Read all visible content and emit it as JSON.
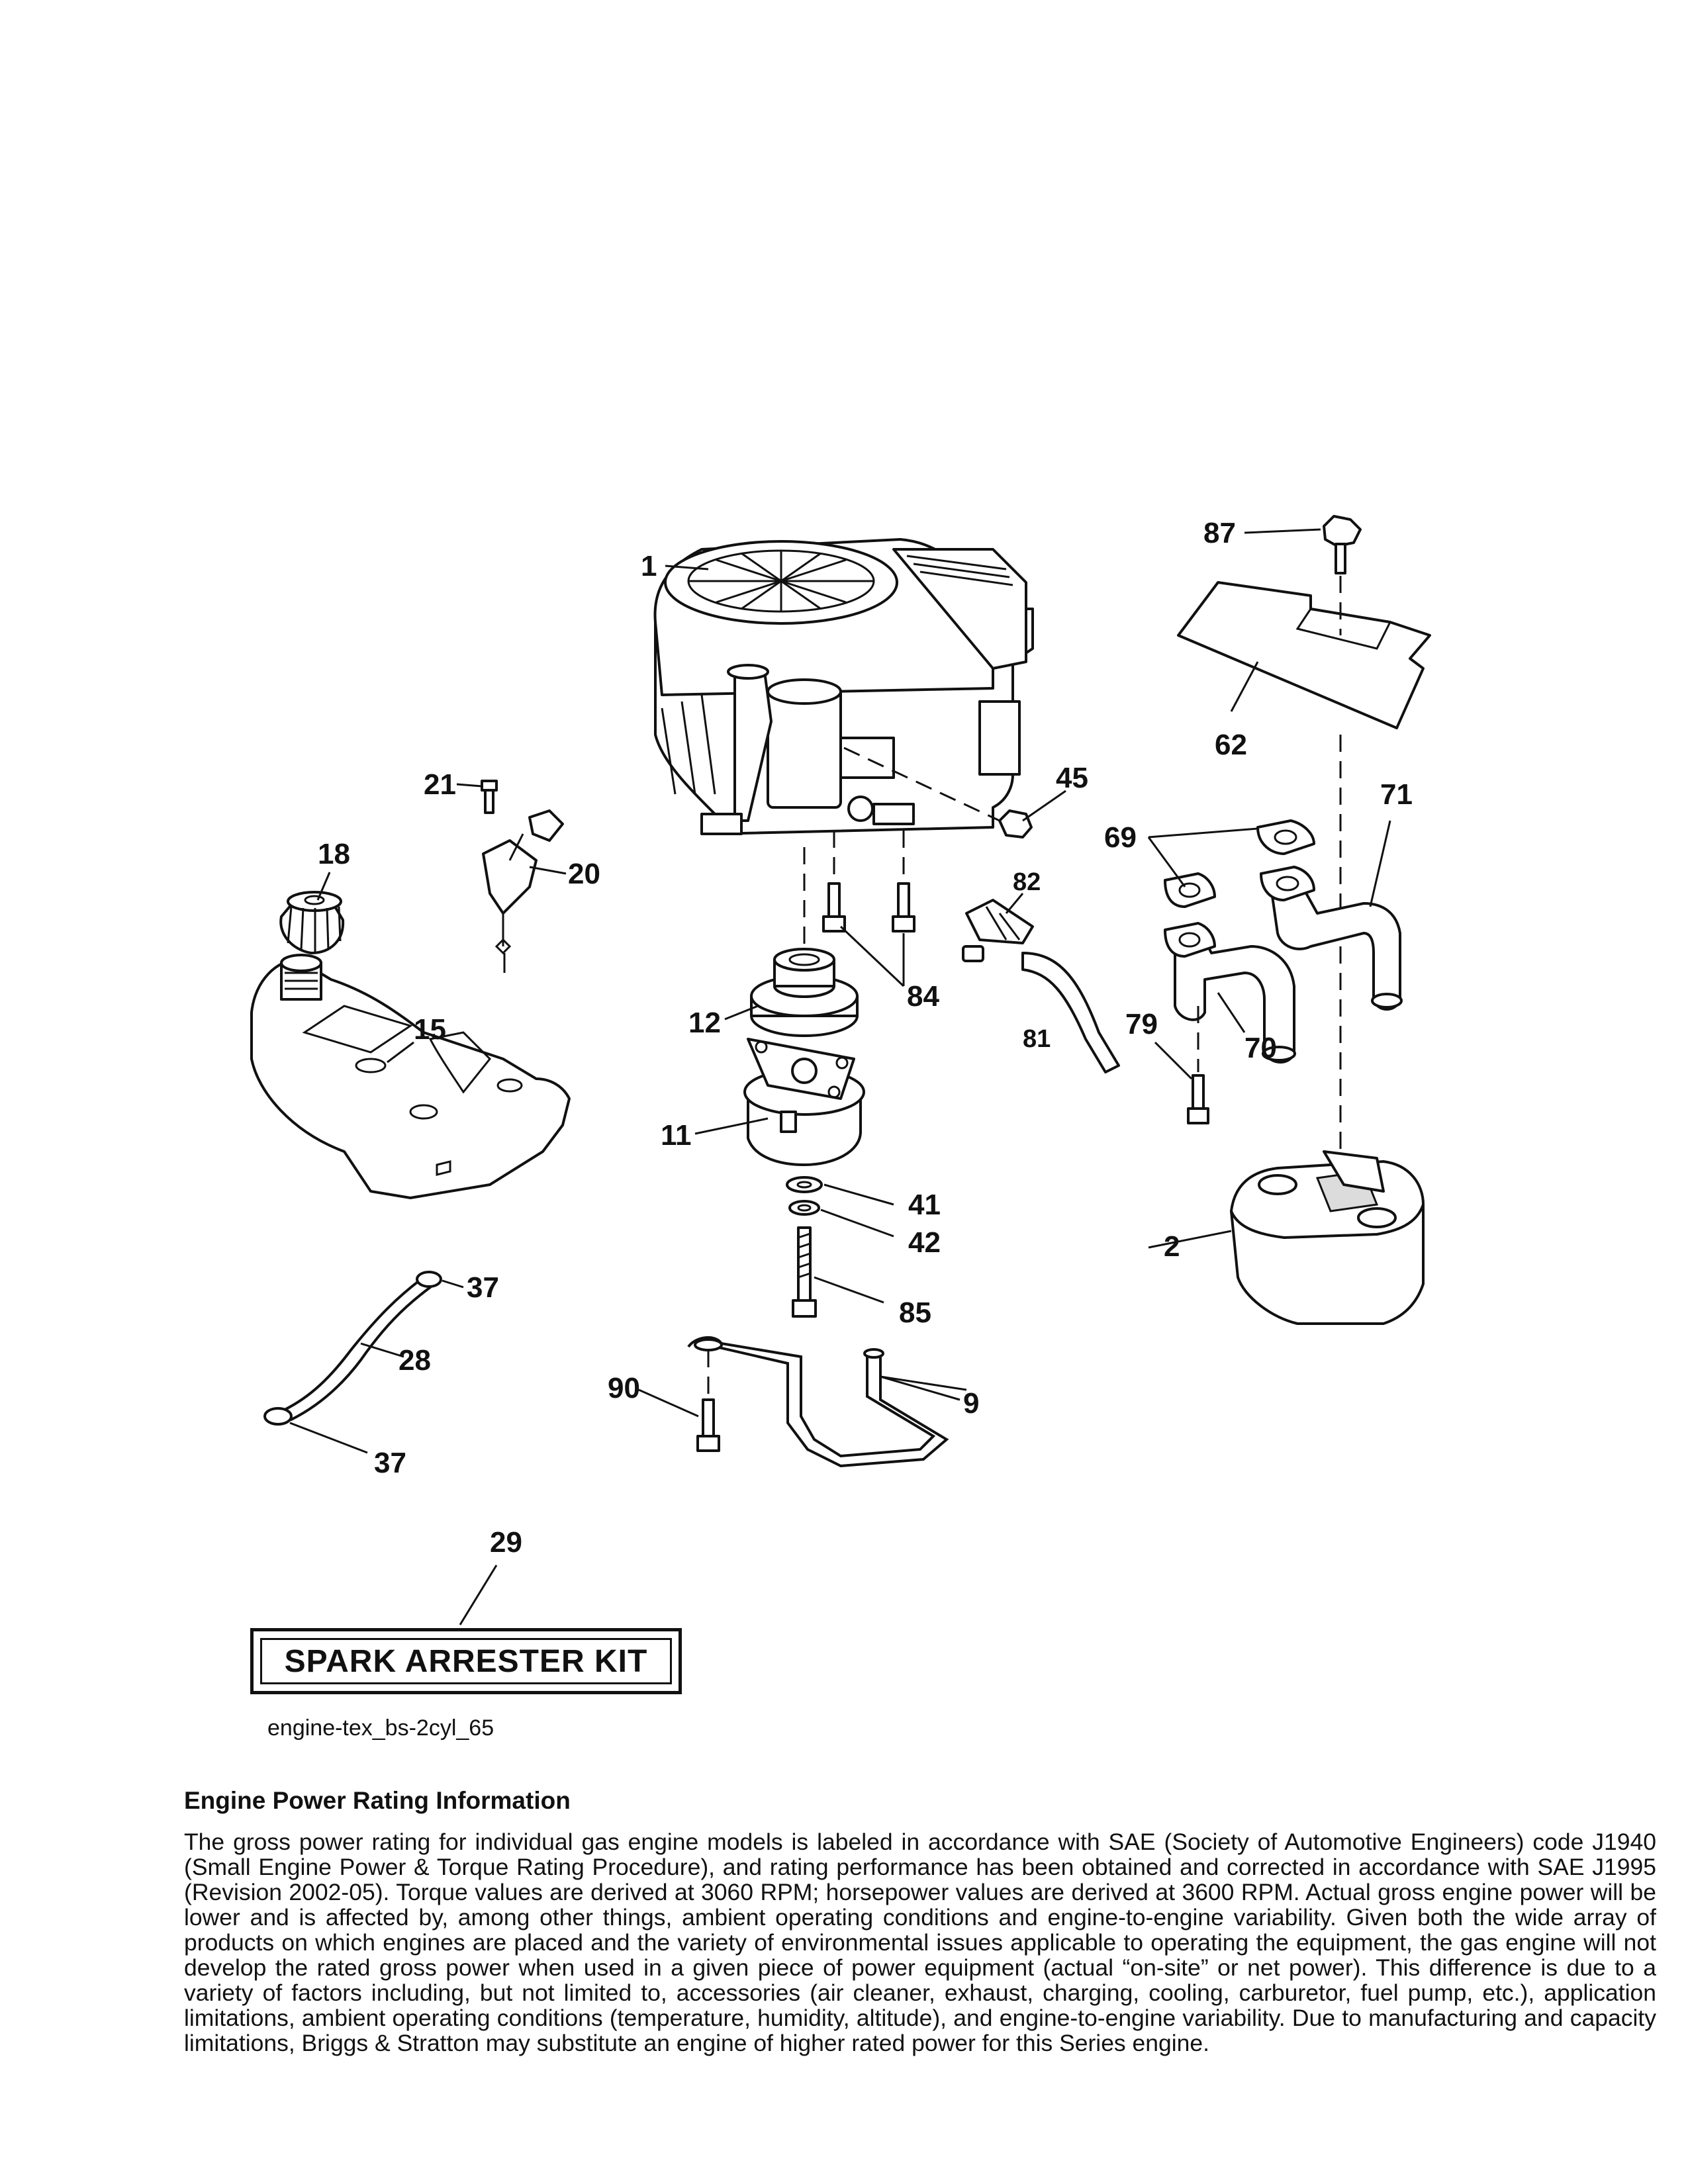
{
  "diagram": {
    "callouts": {
      "c1": "1",
      "c2": "2",
      "c9": "9",
      "c11": "11",
      "c12": "12",
      "c15": "15",
      "c18": "18",
      "c20": "20",
      "c21": "21",
      "c28": "28",
      "c29": "29",
      "c37a": "37",
      "c37b": "37",
      "c41": "41",
      "c42": "42",
      "c45": "45",
      "c62": "62",
      "c69": "69",
      "c70": "70",
      "c71": "71",
      "c79": "79",
      "c81": "81",
      "c82": "82",
      "c84": "84",
      "c85": "85",
      "c87": "87",
      "c90": "90"
    },
    "kit_label": "SPARK ARRESTER KIT",
    "code": "engine-tex_bs-2cyl_65"
  },
  "info": {
    "title": "Engine Power Rating Information",
    "body": "The gross power rating for individual gas engine models is labeled in accordance with SAE (Society of Automotive Engineers) code J1940 (Small Engine Power & Torque Rating Procedure), and rating performance has been obtained and corrected in accordance with SAE J1995 (Revision 2002-05). Torque values are derived at 3060 RPM; horsepower values are derived at 3600 RPM. Actual gross engine power will be lower and is affected by, among other things, ambient operating conditions and engine-to-engine variability. Given both the wide array of products on which engines are placed and the variety of environmental issues applicable to operating the equipment, the gas engine will not develop the rated gross power when used in a given piece of power equipment (actual “on-site” or net power). This difference is due to a variety of factors including, but not limited to, accessories (air cleaner, exhaust, charging, cooling, carburetor, fuel pump, etc.), application limitations, ambient operating conditions (temperature, humidity, altitude), and engine-to-engine variability. Due to manufacturing and capacity limitations, Briggs & Stratton may substitute an engine of higher rated power for this Series engine."
  }
}
